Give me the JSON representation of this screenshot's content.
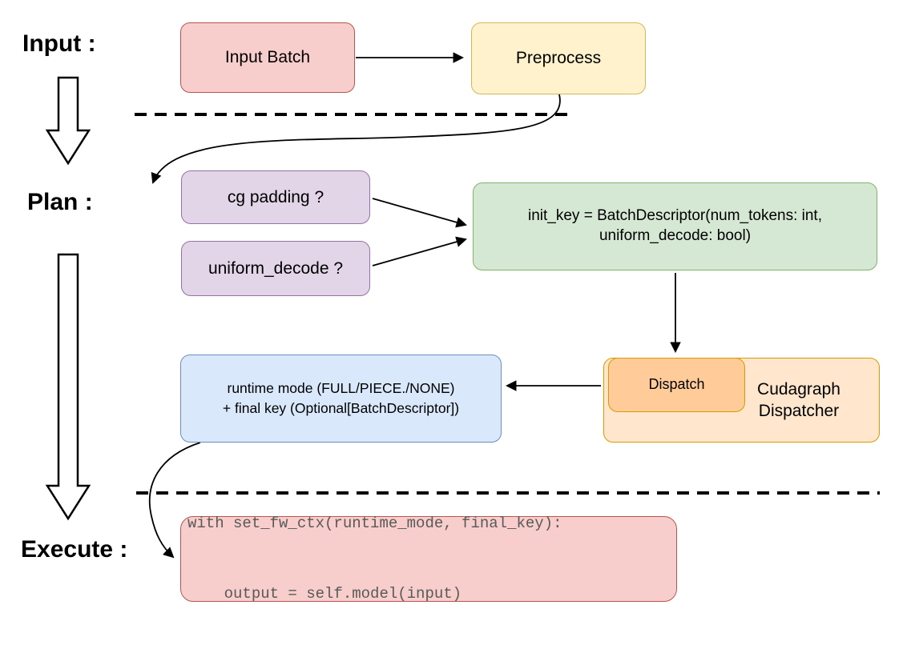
{
  "sections": {
    "input_label": "Input :",
    "plan_label": "Plan :",
    "execute_label": "Execute :"
  },
  "nodes": {
    "input_batch": "Input Batch",
    "preprocess": "Preprocess",
    "cg_padding": "cg padding ?",
    "uniform_decode": "uniform_decode ?",
    "init_key_line1": "init_key = BatchDescriptor(num_tokens: int,",
    "init_key_line2": "uniform_decode: bool)",
    "dispatch": "Dispatch",
    "cudagraph_dispatcher": "Cudagraph Dispatcher",
    "runtime_line1": "runtime mode (FULL/PIECE./NONE)",
    "runtime_line2": "+ final key (Optional[BatchDescriptor])",
    "code_line1": "with set_fw_ctx(runtime_mode, final_key):",
    "code_line2": "    output = self.model(input)"
  },
  "colors": {
    "red_fill": "#f8cecc",
    "red_border": "#b85450",
    "yellow_fill": "#fff2cc",
    "yellow_border": "#d6b656",
    "purple_fill": "#e1d5e7",
    "purple_border": "#9673a6",
    "green_fill": "#d5e8d4",
    "green_border": "#82b366",
    "blue_fill": "#dae8fc",
    "blue_border": "#6c8ebf",
    "orange_fill": "#ffe6cc",
    "orange_deep_fill": "#ffcc99",
    "orange_border": "#d79b00",
    "arrow_color": "#000000",
    "code_text_color": "#595959"
  }
}
